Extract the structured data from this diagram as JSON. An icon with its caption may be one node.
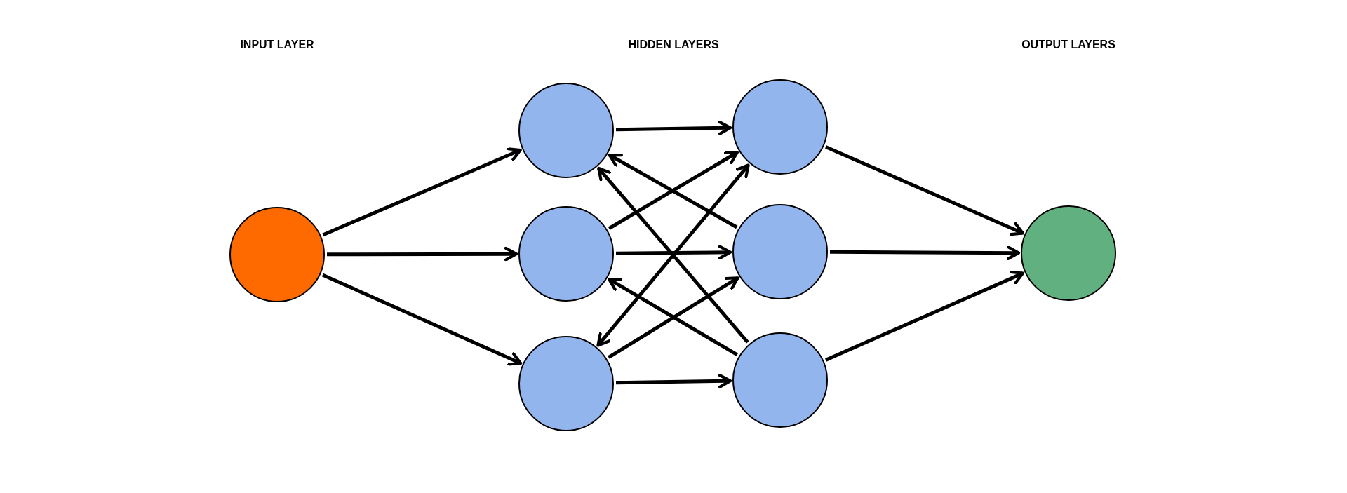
{
  "diagram": {
    "nodes": [
      {
        "text": [],
        "shape": "circle"
      },
      {
        "text": [],
        "shape": "circle"
      },
      {
        "text": [],
        "shape": "circle"
      },
      {
        "text": [],
        "shape": "circle"
      },
      {
        "text": [],
        "shape": "circle"
      },
      {
        "text": [],
        "shape": "circle"
      },
      {
        "text": [],
        "shape": "circle"
      },
      {
        "text": [],
        "shape": "circle"
      }
    ],
    "edges": [
      {
        "from": 0,
        "to": 1,
        "arrow": "to"
      },
      {
        "from": 0,
        "to": 2,
        "arrow": "to"
      },
      {
        "from": 0,
        "to": 3,
        "arrow": "to"
      },
      {
        "from": 1,
        "to": 4,
        "arrow": "to"
      },
      {
        "from": 5,
        "to": 1,
        "arrow": "to"
      },
      {
        "from": 6,
        "to": 1,
        "arrow": "to"
      },
      {
        "from": 2,
        "to": 4,
        "arrow": "to"
      },
      {
        "from": 2,
        "to": 5,
        "arrow": "to"
      },
      {
        "from": 6,
        "to": 2,
        "arrow": "to"
      },
      {
        "from": 3,
        "to": 4,
        "arrow": "both"
      },
      {
        "from": 3,
        "to": 5,
        "arrow": "to"
      },
      {
        "from": 3,
        "to": 6,
        "arrow": "to"
      },
      {
        "from": 4,
        "to": 7,
        "arrow": "to"
      },
      {
        "from": 5,
        "to": 7,
        "arrow": "to"
      },
      {
        "from": 6,
        "to": 7,
        "arrow": "to"
      }
    ],
    "labels": [
      "INPUT LAYER",
      "HIDDEN LAYERS",
      "OUTPUT LAYERS"
    ]
  }
}
